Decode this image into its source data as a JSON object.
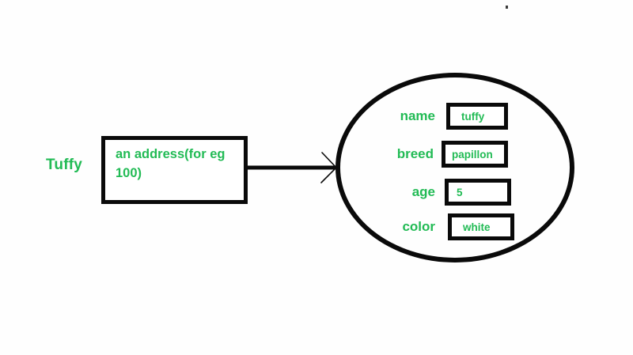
{
  "diagram": {
    "type": "object-reference-diagram",
    "colors": {
      "text_green": "#22bb55",
      "stroke_black": "#0a0a0a",
      "background": "#ffffff"
    },
    "variable": {
      "name": "Tuffy"
    },
    "address_box": {
      "text": "an address(for eg 100)"
    },
    "connector": {
      "arrow_head": "arrow-head-open-v",
      "direction": "left-to-right"
    },
    "object": {
      "shape": "ellipse",
      "properties": [
        {
          "label": "name",
          "value": "tuffy"
        },
        {
          "label": "breed",
          "value": "papillon"
        },
        {
          "label": "age",
          "value": "5"
        },
        {
          "label": "color",
          "value": "white"
        }
      ]
    }
  }
}
